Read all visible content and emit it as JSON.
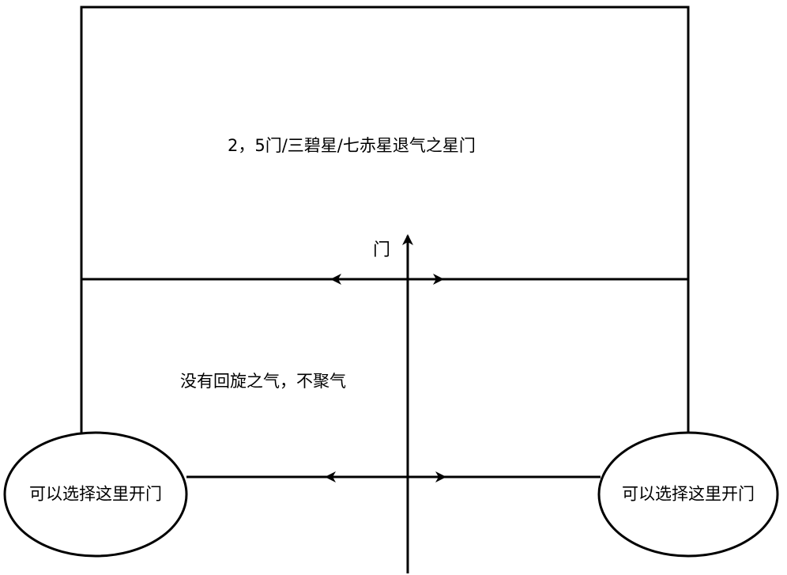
{
  "diagram": {
    "top_box_label": "2，5门/三碧星/七赤星退气之星门",
    "door_label": "门",
    "bottom_box_label": "没有回旋之气，不聚气",
    "left_ellipse_label": "可以选择这里开门",
    "right_ellipse_label": "可以选择这里开门",
    "stroke_color": "#000000",
    "fill_color": "#ffffff"
  }
}
